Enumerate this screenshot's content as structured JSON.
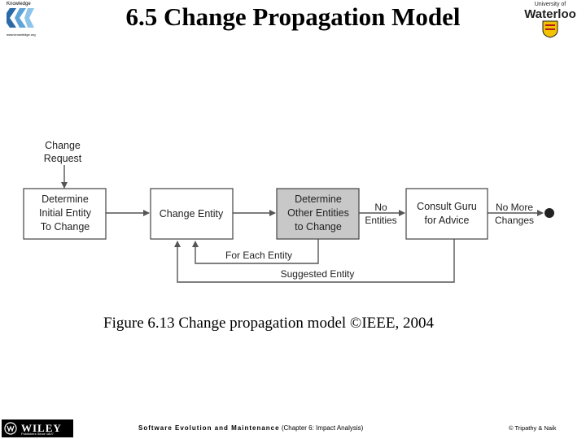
{
  "title": "6.5 Change Propagation Model",
  "logos": {
    "left_brand": "Knowledge",
    "left_url": "www.knowledge.org",
    "right_top": "University of",
    "right_name": "Waterloo"
  },
  "diagram": {
    "start_label": [
      "Change",
      "Request"
    ],
    "nodes": [
      {
        "id": "determine-initial",
        "lines": [
          "Determine",
          "Initial Entity",
          "To Change"
        ],
        "shaded": false
      },
      {
        "id": "change-entity",
        "lines": [
          "Change Entity"
        ],
        "shaded": false
      },
      {
        "id": "determine-other",
        "lines": [
          "Determine",
          "Other Entities",
          "to Change"
        ],
        "shaded": true
      },
      {
        "id": "consult-guru",
        "lines": [
          "Consult Guru",
          "for Advice"
        ],
        "shaded": false
      }
    ],
    "edge_labels": {
      "no_entities": [
        "No",
        "Entities"
      ],
      "no_more_changes": [
        "No More",
        "Changes"
      ],
      "for_each_entity": "For Each Entity",
      "suggested_entity": "Suggested Entity"
    }
  },
  "caption": "Figure 6.13 Change propagation model ©IEEE, 2004",
  "footer": {
    "publisher": "WILEY",
    "publisher_sub": "Publishers Since 1807",
    "book": "Software Evolution and Maintenance",
    "chapter": "(Chapter 6: Impact Analysis)",
    "copyright": "© Tripathy & Naik"
  },
  "colors": {
    "shaded_node": "#c8c8c8",
    "node_border": "#444444",
    "line": "#555555",
    "end_dot": "#222222"
  }
}
